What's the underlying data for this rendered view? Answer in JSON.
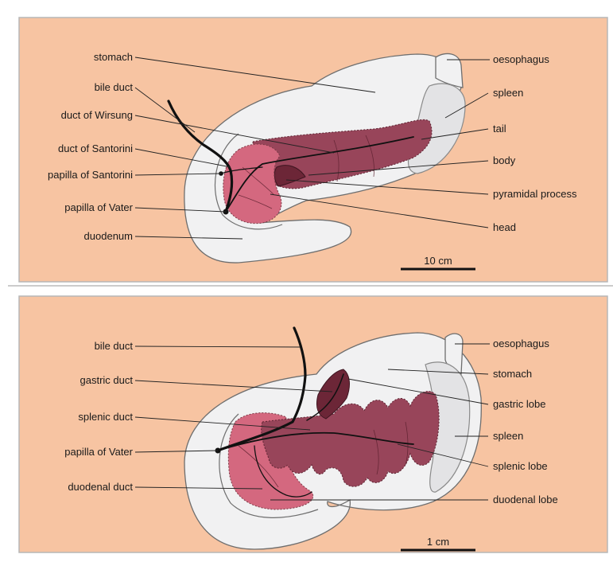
{
  "colors": {
    "background": "#f7c4a2",
    "panel_border": "#b7b7b7",
    "organ_white": "#f1f1f2",
    "pancreas_head": "#d4687f",
    "pancreas_body": "#98455a",
    "pancreas_dark": "#6c2637"
  },
  "top_panel": {
    "labels_left": [
      "stomach",
      "bile duct",
      "duct of Wirsung",
      "duct of Santorini",
      "papilla of Santorini",
      "papilla of Vater",
      "duodenum"
    ],
    "labels_right": [
      "oesophagus",
      "spleen",
      "tail",
      "body",
      "pyramidal process",
      "head"
    ],
    "scale_bar": "10 cm"
  },
  "bottom_panel": {
    "labels_left": [
      "bile duct",
      "gastric duct",
      "splenic duct",
      "papilla of Vater",
      "duodenal duct"
    ],
    "labels_right": [
      "oesophagus",
      "stomach",
      "gastric lobe",
      "spleen",
      "splenic lobe",
      "duodenal lobe"
    ],
    "scale_bar": "1 cm"
  }
}
